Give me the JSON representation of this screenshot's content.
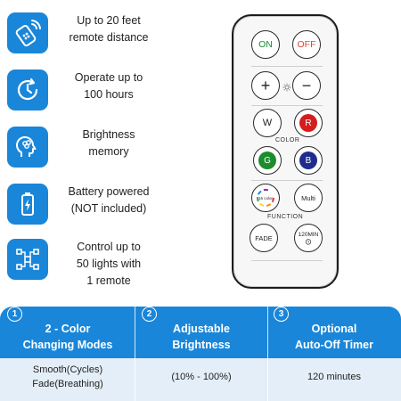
{
  "features": [
    {
      "icon": "remote-control-icon",
      "lines": [
        "Up to 20 feet",
        "remote distance"
      ]
    },
    {
      "icon": "clock-rotate-icon",
      "lines": [
        "Operate up to",
        "100 hours"
      ]
    },
    {
      "icon": "brain-head-icon",
      "lines": [
        "Brightness",
        "memory"
      ]
    },
    {
      "icon": "battery-charging-icon",
      "lines": [
        "Battery powered",
        "(NOT included)"
      ]
    },
    {
      "icon": "network-nodes-icon",
      "lines": [
        "Control up to",
        "50 lights with",
        "1 remote"
      ]
    }
  ],
  "remote": {
    "on": "ON",
    "off": "OFF",
    "plus": "+",
    "minus": "−",
    "w": "W",
    "r": "R",
    "color_label": "COLOR",
    "g": "G",
    "b": "B",
    "sixteen_color": "16 color",
    "multi": "Multi",
    "function_label": "FUNCTION",
    "fade": "FADE",
    "timer": "120MIN",
    "colors": {
      "off": "#e2452e",
      "r": "#d41d1d",
      "g": "#1c8c2c",
      "b": "#1f2c8c",
      "accent": "#1a86d9"
    }
  },
  "table": {
    "columns": [
      {
        "num": "1",
        "title": [
          "2 - Color",
          "Changing Modes"
        ],
        "detail": [
          "Smooth(Cycles)",
          "Fade(Breathing)"
        ]
      },
      {
        "num": "2",
        "title": [
          "Adjustable",
          "Brightness"
        ],
        "detail": [
          "(10% - 100%)"
        ]
      },
      {
        "num": "3",
        "title": [
          "Optional",
          "Auto-Off Timer"
        ],
        "detail": [
          "120 minutes"
        ]
      }
    ]
  }
}
